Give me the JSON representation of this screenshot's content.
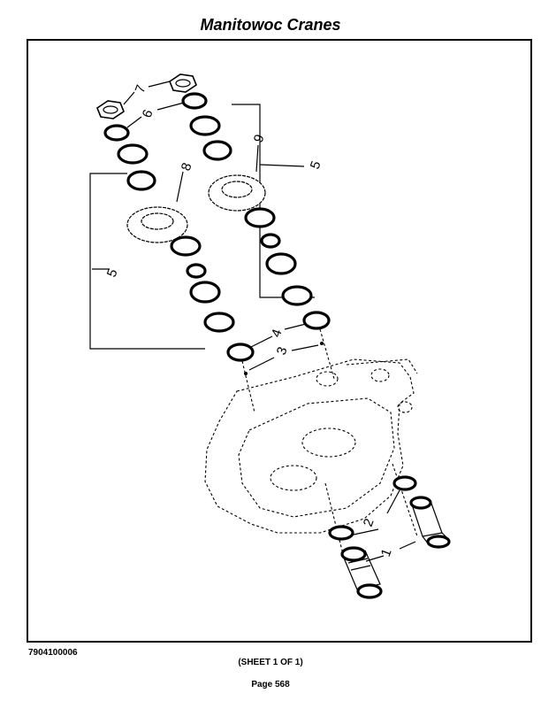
{
  "header": {
    "title": "Manitowoc Cranes"
  },
  "diagram": {
    "callouts": [
      "1",
      "2",
      "3",
      "4",
      "5",
      "5",
      "6",
      "7",
      "8",
      "9"
    ]
  },
  "footer": {
    "part_number": "7904100006",
    "sheet": "(SHEET 1 OF 1)",
    "page": "Page 568"
  }
}
